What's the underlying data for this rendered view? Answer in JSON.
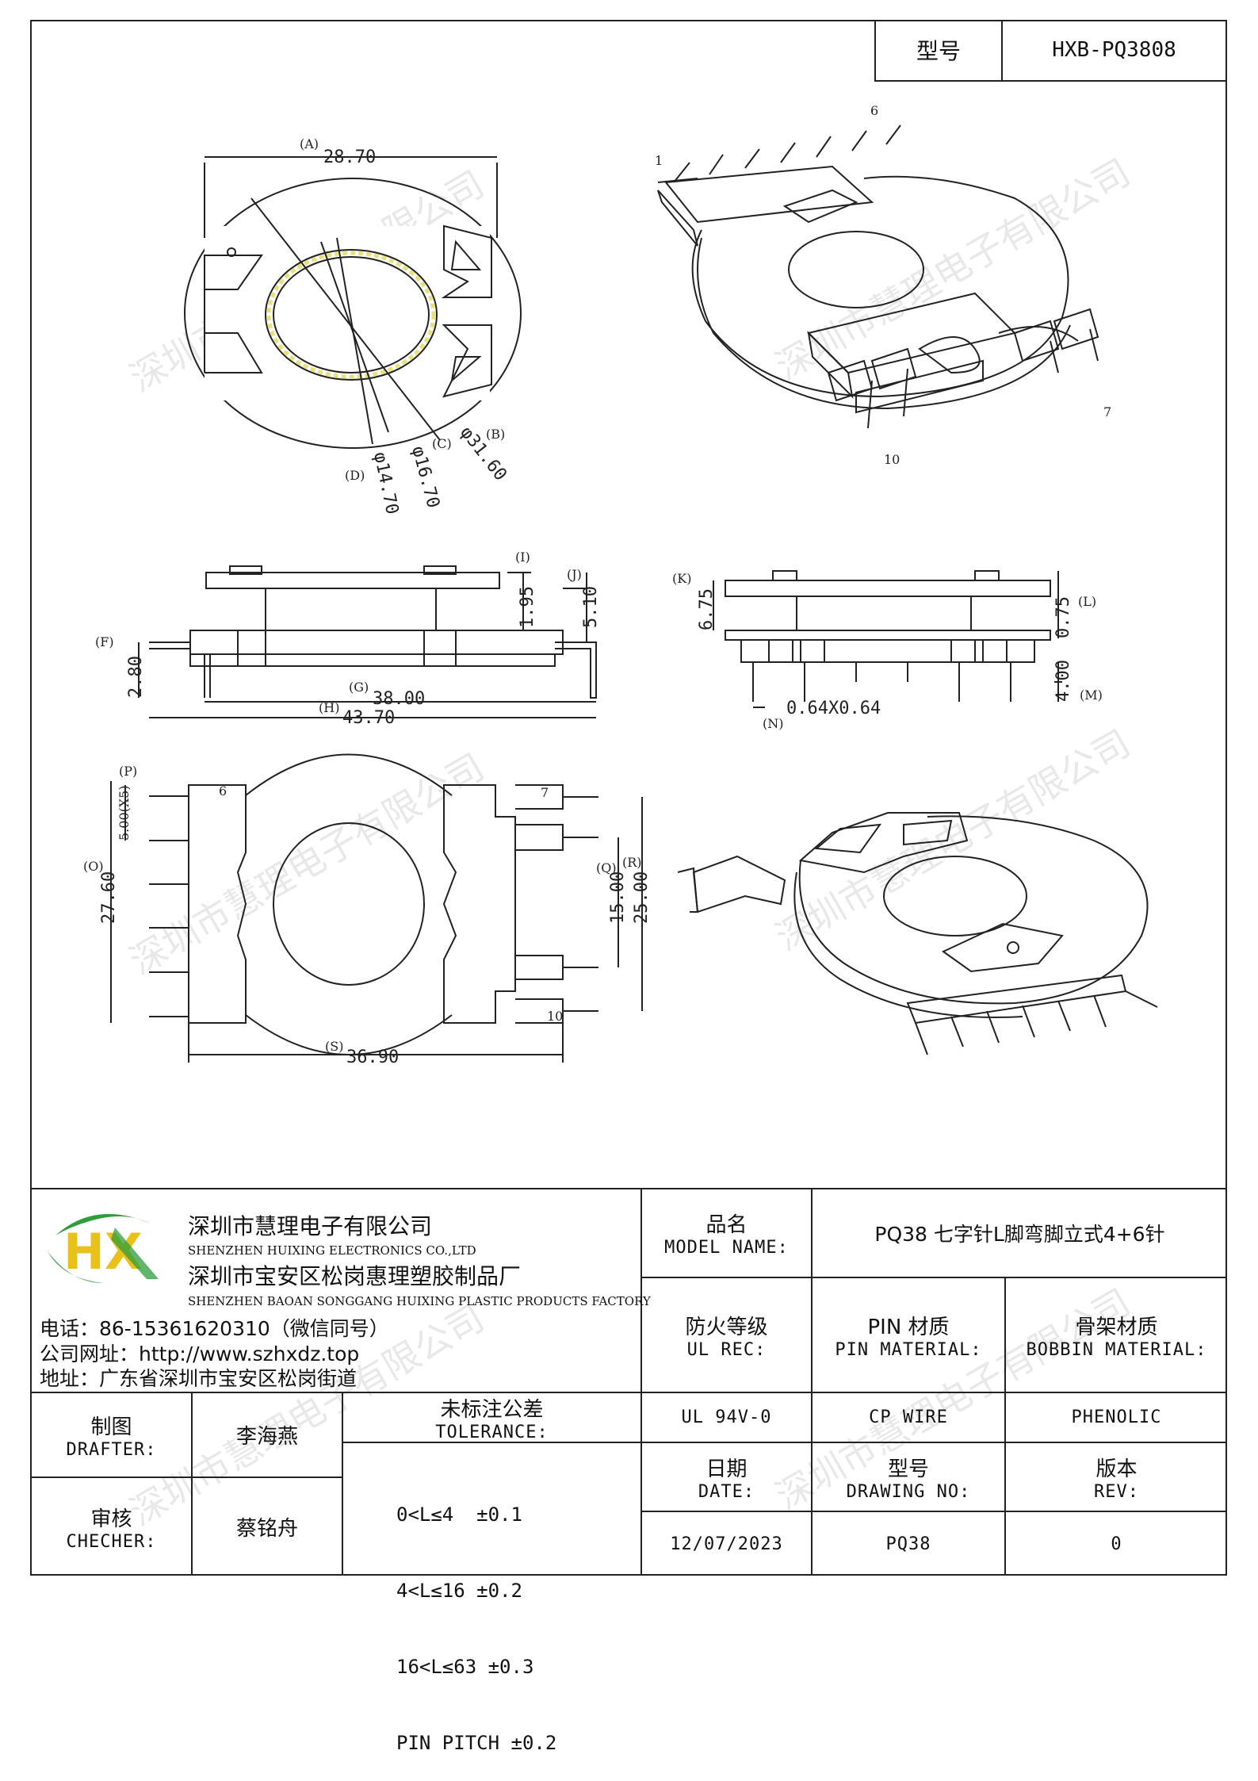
{
  "header": {
    "model_label": "型号",
    "model_value": "HXB-PQ3808"
  },
  "drawing": {
    "top_view": {
      "dim_a": "28.70",
      "label_a": "(A)",
      "label_b": "(B)",
      "dim_b": "φ31.60",
      "label_c": "(C)",
      "dim_c": "φ16.70",
      "label_d": "(D)",
      "dim_d": "φ14.70"
    },
    "iso_top": {
      "pin_1": "1",
      "pin_6": "6",
      "pin_7": "7",
      "pin_10": "10"
    },
    "side_view": {
      "label_i": "(I)",
      "dim_i": "1.95",
      "label_j": "(J)",
      "dim_j": "5.10",
      "label_f": "(F)",
      "dim_f": "2.80",
      "label_g": "(G)",
      "dim_g": "38.00",
      "label_h": "(H)",
      "dim_h": "43.70"
    },
    "front_view": {
      "label_k": "(K)",
      "dim_k": "6.75",
      "label_l": "(L)",
      "dim_l": "0.75",
      "label_m": "(M)",
      "dim_m": "4.00",
      "label_n": "(N)",
      "dim_n": "0.64X0.64"
    },
    "bottom_view": {
      "label_p": "(P)",
      "dim_p": "5.00(X5)",
      "label_o": "(O)",
      "dim_o": "27.60",
      "label_q": "(Q)",
      "dim_q": "15.00",
      "label_r": "(R)",
      "dim_r": "25.00",
      "label_s": "(S)",
      "dim_s": "36.90",
      "pin_6": "6",
      "pin_7": "7",
      "pin_10": "10"
    }
  },
  "watermark": "深圳市慧理电子有限公司",
  "company": {
    "logo_text": "HX",
    "name_cn": "深圳市慧理电子有限公司",
    "name_en": "SHENZHEN HUIXING ELECTRONICS CO.,LTD",
    "factory_cn": "深圳市宝安区松岗惠理塑胶制品厂",
    "factory_en": "SHENZHEN BAOAN SONGGANG HUIXING PLASTIC PRODUCTS FACTORY",
    "phone": "电话：86-15361620310（微信同号）",
    "website": "公司网址：http://www.szhxdz.top",
    "address": "地址：广东省深圳市宝安区松岗街道"
  },
  "title_block": {
    "model_name_cn": "品名",
    "model_name_en": "MODEL NAME:",
    "model_name_value": "PQ38 七字针L脚弯脚立式4+6针",
    "ul_cn": "防火等级",
    "ul_en": "UL REC:",
    "ul_value": "UL 94V-0",
    "pin_cn": "PIN 材质",
    "pin_en": "PIN MATERIAL:",
    "pin_value": "CP WIRE",
    "bobbin_cn": "骨架材质",
    "bobbin_en": "BOBBIN MATERIAL:",
    "bobbin_value": "PHENOLIC",
    "drafter_cn": "制图",
    "drafter_en": "DRAFTER:",
    "drafter_value": "李海燕",
    "checker_cn": "审核",
    "checker_en": "CHECHER:",
    "checker_value": "蔡铭舟",
    "tolerance_cn": "未标注公差",
    "tolerance_en": "TOLERANCE:",
    "tolerance_lines": [
      "0<L≤4  ±0.1",
      "4<L≤16 ±0.2",
      "16<L≤63 ±0.3",
      "PIN PITCH ±0.2"
    ],
    "date_cn": "日期",
    "date_en": "DATE:",
    "date_value": "12/07/2023",
    "drawing_no_cn": "型号",
    "drawing_no_en": "DRAWING NO:",
    "drawing_no_value": "PQ38",
    "rev_cn": "版本",
    "rev_en": "REV:",
    "rev_value": "0"
  },
  "colors": {
    "logo_green": "#2e9d3a",
    "logo_yellow": "#e8c21b",
    "logo_blue": "#1f5fa8",
    "line": "#222222"
  }
}
